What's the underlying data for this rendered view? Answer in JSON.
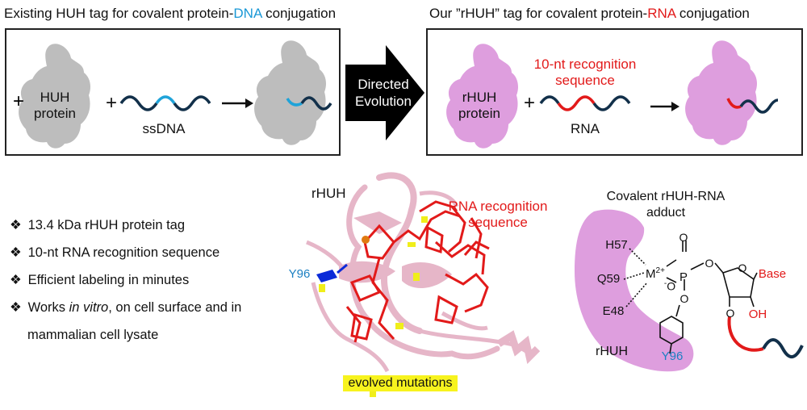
{
  "headings": {
    "left_prefix": "Existing HUH tag for covalent protein-",
    "left_highlight": "DNA",
    "left_suffix": " conjugation",
    "right_prefix": "Our ”rHUH” tag for covalent protein-",
    "right_highlight": "RNA",
    "right_suffix": " conjugation"
  },
  "left_panel": {
    "protein_label_line1": "HUH",
    "protein_label_line2": "protein",
    "plus": "+",
    "nucleic_label": "ssDNA"
  },
  "arrow": {
    "line1": "Directed",
    "line2": "Evolution"
  },
  "right_panel": {
    "protein_label_line1": "rHUH",
    "protein_label_line2": "protein",
    "plus": "+",
    "recognition_line1": "10-nt recognition",
    "recognition_line2": "sequence",
    "nucleic_label": "RNA"
  },
  "bullets": {
    "symbol": "❖",
    "items": [
      {
        "text": "13.4 kDa rHUH protein tag"
      },
      {
        "text": "10-nt RNA recognition sequence"
      },
      {
        "text": "Efficient labeling in minutes"
      }
    ],
    "works_prefix": "Works ",
    "works_italic": "in vitro",
    "works_suffix": ", on cell surface and in",
    "works_line2": "mammalian cell lysate"
  },
  "structure": {
    "protein_label": "rHUH",
    "recognition_line1": "RNA recognition",
    "recognition_line2": "sequence",
    "residue_label": "Y96",
    "mutation_label": "evolved mutations"
  },
  "adduct": {
    "title_line1": "Covalent rHUH-RNA",
    "title_line2": "adduct",
    "h57": "H57",
    "q59": "Q59",
    "e48": "E48",
    "metal": "M",
    "metal_charge": "2+",
    "phosphorus": "P",
    "oxygen": "O",
    "oxygen_minus": "-",
    "base": "Base",
    "oh": "OH",
    "protein_label": "rHUH",
    "y96": "Y96"
  },
  "colors": {
    "gray_protein": "#bdbdbd",
    "pink_protein": "#de9ede",
    "dna_blue": "#1fa3d9",
    "rna_red": "#e21a1a",
    "strand_dark": "#12304a",
    "ribbon_pink": "#e6b6c8",
    "mutation_yellow": "#f0ee1a",
    "y96_blue": "#0a2ad8",
    "metal_orange": "#e07a10"
  }
}
